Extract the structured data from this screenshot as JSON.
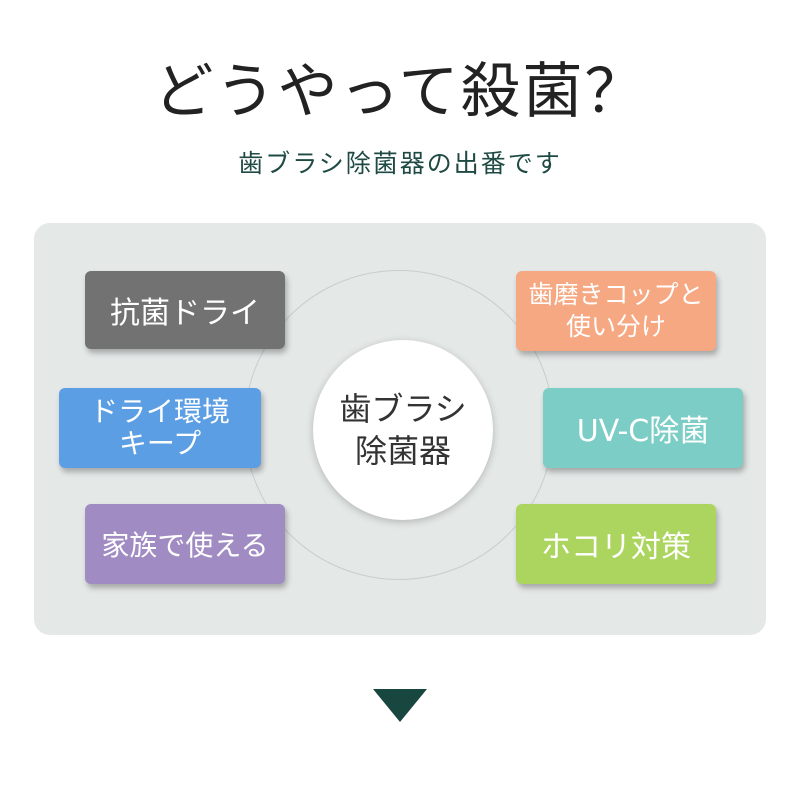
{
  "header": {
    "title": "どうやって殺菌？",
    "subtitle": "歯ブラシ除菌器の出番です"
  },
  "center": {
    "label": "歯ブラシ\n除菌器"
  },
  "features": [
    {
      "label": "抗菌ドライ",
      "color": "#727272"
    },
    {
      "label": "ドライ環境\nキープ",
      "color": "#5c9ee3"
    },
    {
      "label": "家族で使える",
      "color": "#a08bc3"
    },
    {
      "label": "歯磨きコップと\n使い分け",
      "color": "#f6a882"
    },
    {
      "label": "UV-C除菌",
      "color": "#7bcdc6"
    },
    {
      "label": "ホコリ対策",
      "color": "#acd55f"
    }
  ],
  "colors": {
    "panel": "#e4e8e7",
    "accent": "#18473f"
  },
  "icons": {
    "arrow": "triangle-down-icon"
  }
}
